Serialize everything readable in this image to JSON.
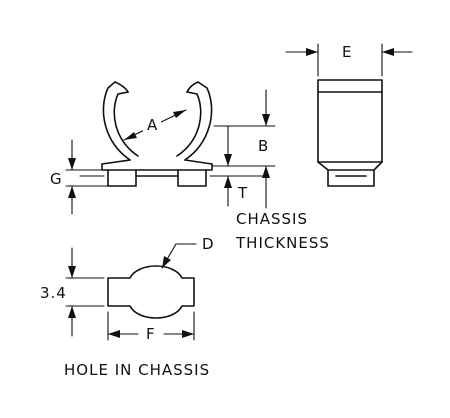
{
  "labels": {
    "A": "A",
    "B": "B",
    "D": "D",
    "E": "E",
    "F": "F",
    "G": "G",
    "T": "T",
    "hole_dim": "3.4",
    "chassis_line1": "CHASSIS",
    "chassis_line2": "THICKNESS",
    "hole_in_chassis": "HOLE IN CHASSIS"
  },
  "colors": {
    "line": "#111111",
    "background": "#ffffff"
  }
}
